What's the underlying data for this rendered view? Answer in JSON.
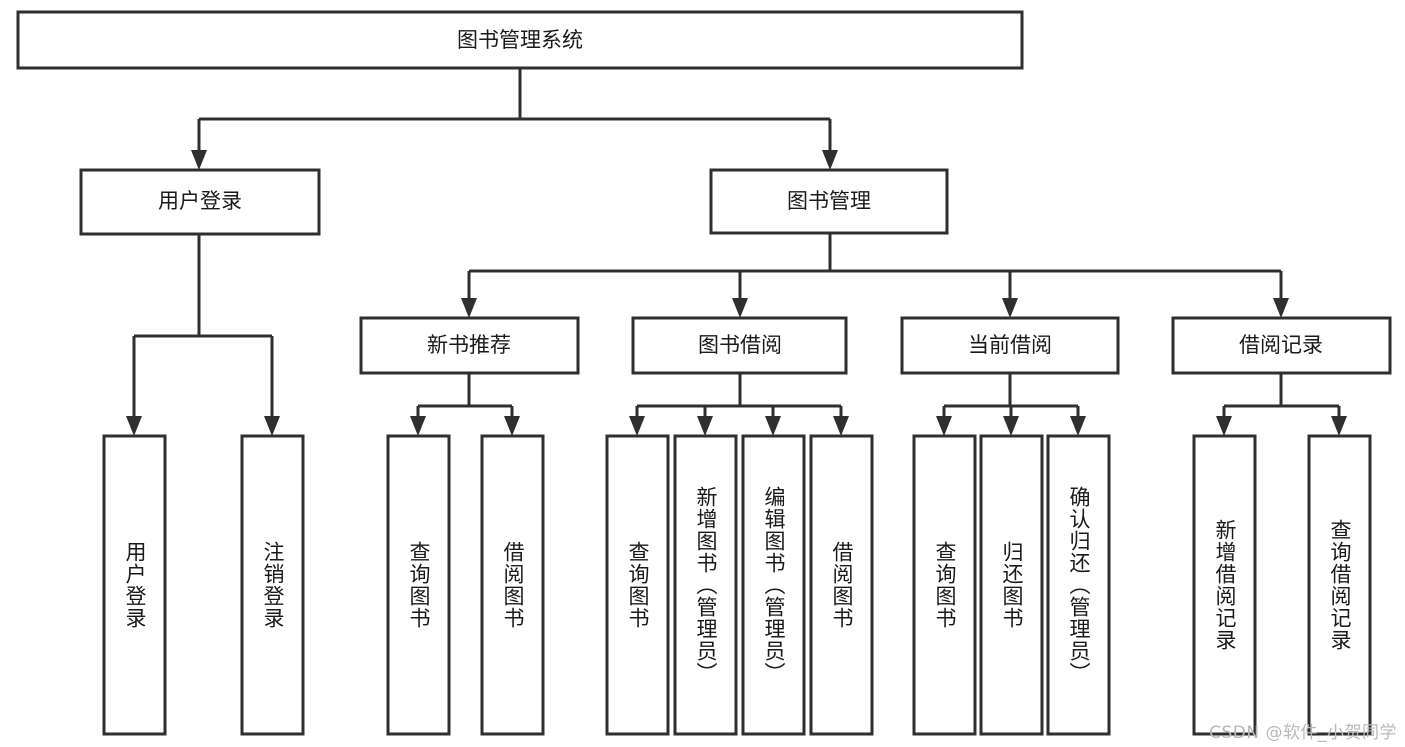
{
  "diagram": {
    "type": "tree",
    "title": "图书管理系统",
    "watermark": "CSDN @软件_小贺同学",
    "colors": {
      "stroke": "#2f2f2f",
      "fill": "#ffffff",
      "text": "#1a1a1a",
      "watermark": "#b9b9b9",
      "background": "#ffffff"
    },
    "nodes": {
      "root": {
        "label": "图书管理系统",
        "orientation": "horizontal"
      },
      "level2": [
        {
          "id": "user-login",
          "label": "用户登录",
          "orientation": "horizontal"
        },
        {
          "id": "book-manage",
          "label": "图书管理",
          "orientation": "horizontal"
        }
      ],
      "level3": [
        {
          "id": "new-book-recommend",
          "label": "新书推荐",
          "orientation": "horizontal"
        },
        {
          "id": "book-borrow",
          "label": "图书借阅",
          "orientation": "horizontal"
        },
        {
          "id": "current-borrow",
          "label": "当前借阅",
          "orientation": "horizontal"
        },
        {
          "id": "borrow-record",
          "label": "借阅记录",
          "orientation": "horizontal"
        }
      ],
      "leaves": [
        {
          "id": "leaf-user-login",
          "label": "用户登录",
          "orientation": "vertical",
          "parent": "user-login"
        },
        {
          "id": "leaf-user-logout",
          "label": "注销登录",
          "orientation": "vertical",
          "parent": "user-login"
        },
        {
          "id": "leaf-query-book-1",
          "label": "查询图书",
          "orientation": "vertical",
          "parent": "new-book-recommend"
        },
        {
          "id": "leaf-borrow-book-1",
          "label": "借阅图书",
          "orientation": "vertical",
          "parent": "new-book-recommend"
        },
        {
          "id": "leaf-query-book-2",
          "label": "查询图书",
          "orientation": "vertical",
          "parent": "book-borrow"
        },
        {
          "id": "leaf-add-book",
          "label": "新增图书（管理员）",
          "orientation": "vertical",
          "parent": "book-borrow"
        },
        {
          "id": "leaf-edit-book",
          "label": "编辑图书（管理员）",
          "orientation": "vertical",
          "parent": "book-borrow"
        },
        {
          "id": "leaf-borrow-book-2",
          "label": "借阅图书",
          "orientation": "vertical",
          "parent": "book-borrow"
        },
        {
          "id": "leaf-query-book-3",
          "label": "查询图书",
          "orientation": "vertical",
          "parent": "current-borrow"
        },
        {
          "id": "leaf-return-book",
          "label": "归还图书",
          "orientation": "vertical",
          "parent": "current-borrow"
        },
        {
          "id": "leaf-confirm-return",
          "label": "确认归还（管理员）",
          "orientation": "vertical",
          "parent": "current-borrow"
        },
        {
          "id": "leaf-add-record",
          "label": "新增借阅记录",
          "orientation": "vertical",
          "parent": "borrow-record"
        },
        {
          "id": "leaf-query-record",
          "label": "查询借阅记录",
          "orientation": "vertical",
          "parent": "borrow-record"
        }
      ]
    }
  }
}
